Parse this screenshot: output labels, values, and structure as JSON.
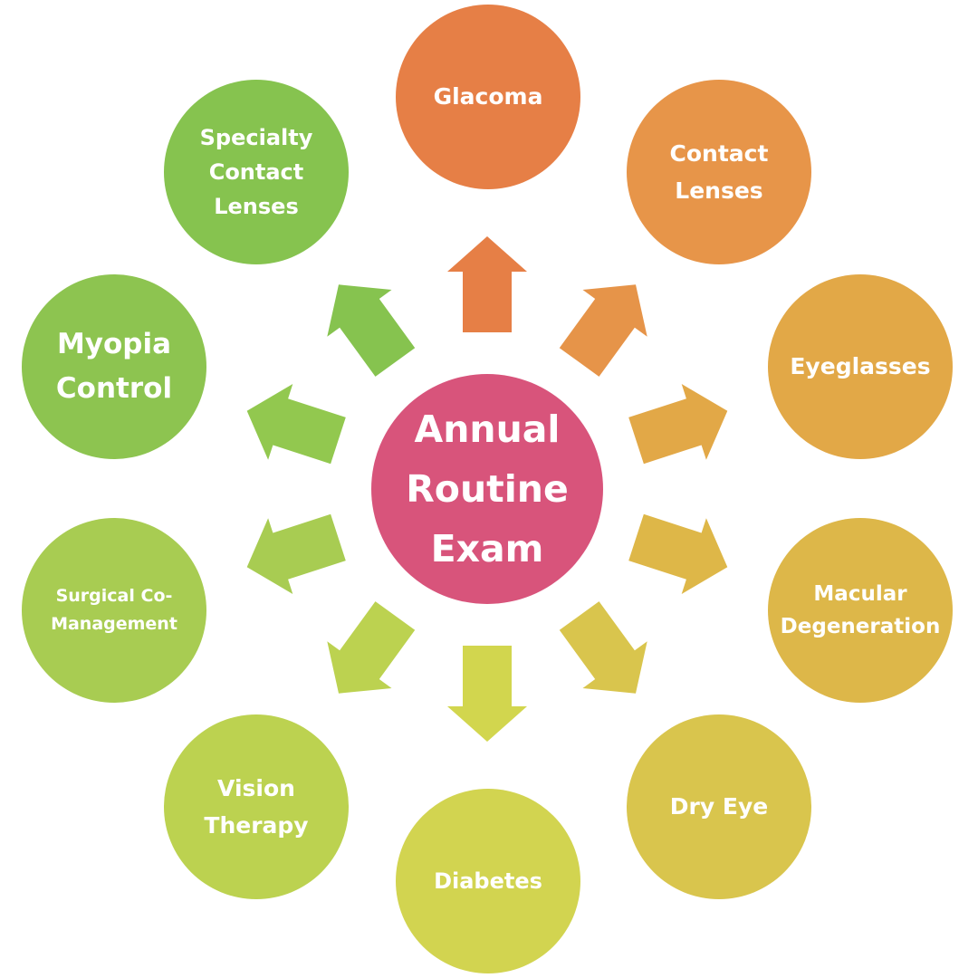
{
  "center": {
    "label": "Annual\nRoutine\nExam",
    "color": "#D8547B"
  },
  "items": [
    {
      "key": "glaucoma",
      "label": "Glacoma",
      "color": "#E67F46"
    },
    {
      "key": "contact",
      "label": "Contact\nLenses",
      "color": "#E79549"
    },
    {
      "key": "eyeglasses",
      "label": "Eyeglasses",
      "color": "#E2A847"
    },
    {
      "key": "macular",
      "label": "Macular\nDegeneration",
      "color": "#DDB749"
    },
    {
      "key": "dryeye",
      "label": "Dry Eye",
      "color": "#D9C54D"
    },
    {
      "key": "diabetes",
      "label": "Diabetes",
      "color": "#D2D450"
    },
    {
      "key": "vision",
      "label": "Vision\nTherapy",
      "color": "#BCD250"
    },
    {
      "key": "surgical",
      "label": "Surgical Co-\nManagement",
      "color": "#A8CC52"
    },
    {
      "key": "myopia",
      "label": "Myopia\nControl",
      "color": "#8DC450"
    },
    {
      "key": "specialty",
      "label": "Specialty\nContact\nLenses",
      "color": "#86C34F"
    }
  ],
  "arrows": [
    {
      "key": "glaucoma",
      "color": "#E67F46"
    },
    {
      "key": "contact",
      "color": "#E69449"
    },
    {
      "key": "eyeglasses",
      "color": "#E2A847"
    },
    {
      "key": "macular",
      "color": "#DEB748"
    },
    {
      "key": "dryeye",
      "color": "#D9C54D"
    },
    {
      "key": "diabetes",
      "color": "#D2D64E"
    },
    {
      "key": "vision",
      "color": "#BCD250"
    },
    {
      "key": "surgical",
      "color": "#A8CC52"
    },
    {
      "key": "myopia",
      "color": "#92C84F"
    },
    {
      "key": "specialty",
      "color": "#86C34F"
    }
  ]
}
